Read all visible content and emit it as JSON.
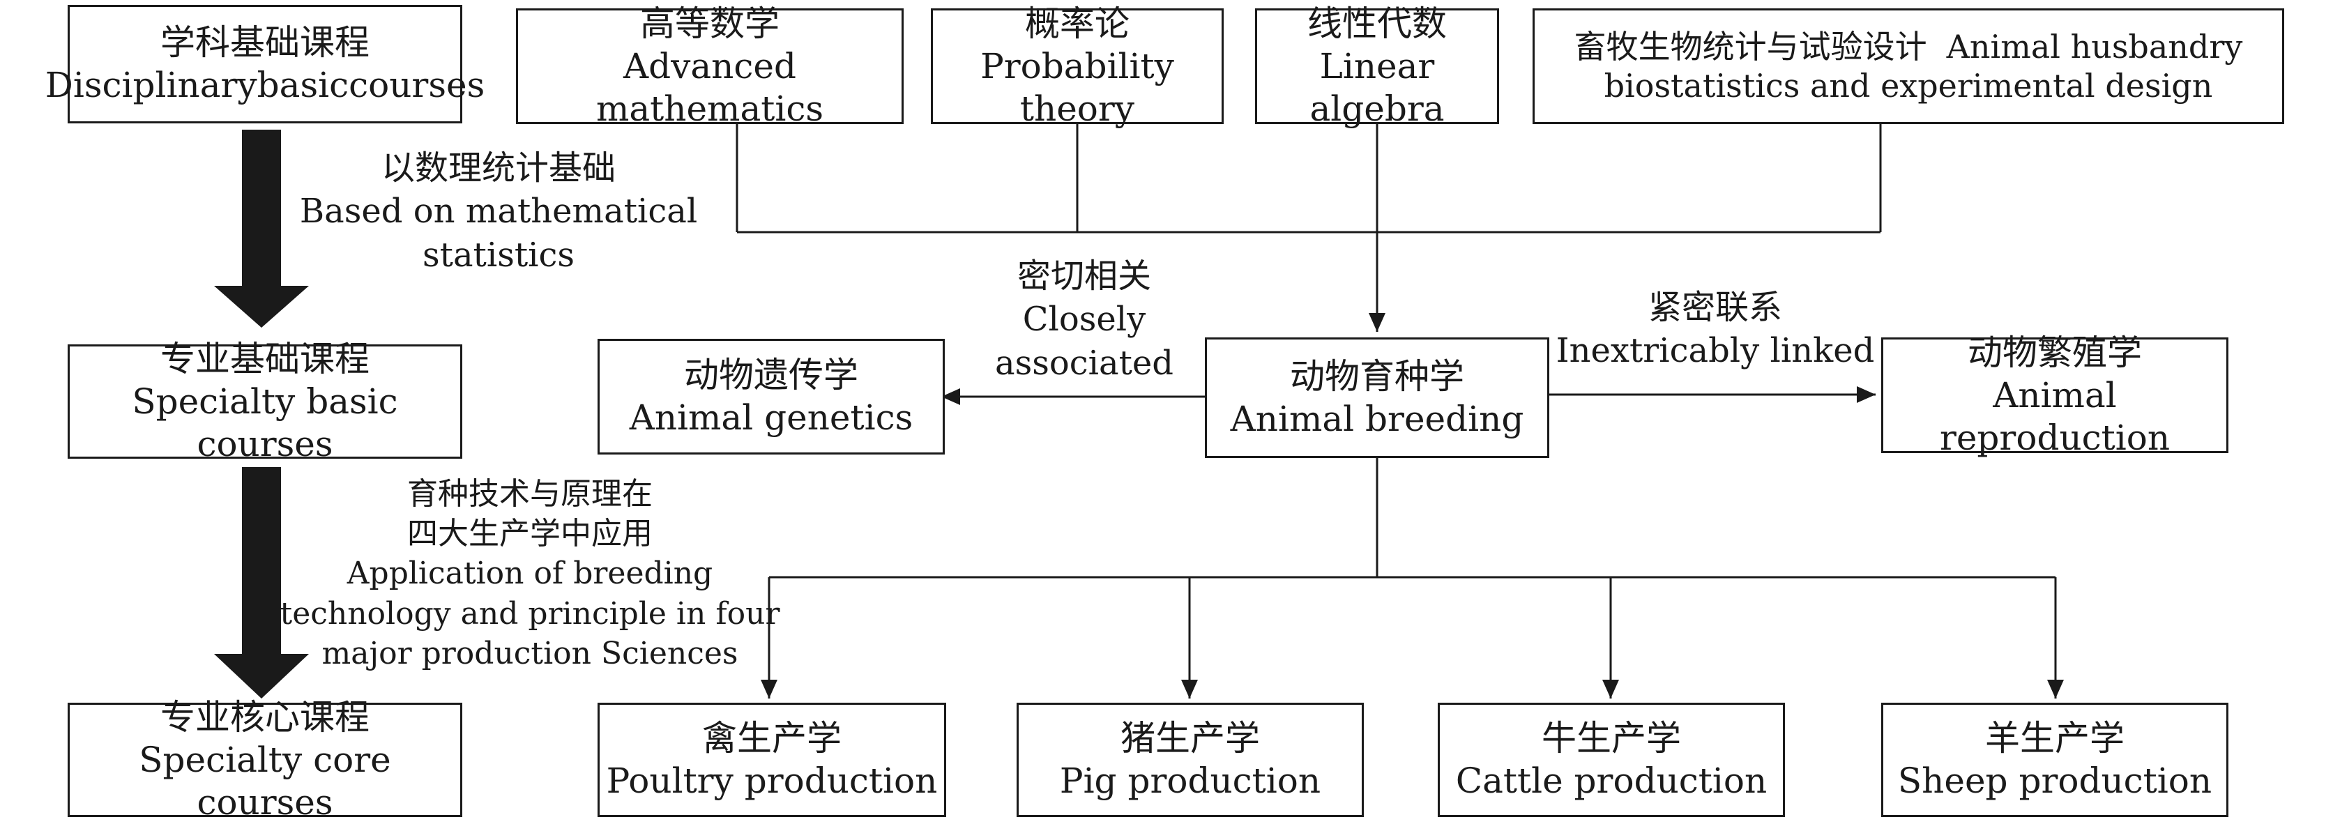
{
  "colors": {
    "line": "#1a1a1a",
    "background": "#ffffff"
  },
  "levels": {
    "disciplinary": {
      "zh": "学科基础课程",
      "en": "Disciplinarybasiccourses"
    },
    "specialty_basic": {
      "zh": "专业基础课程",
      "en": "Specialty basic courses"
    },
    "specialty_core": {
      "zh": "专业核心课程",
      "en": "Specialty core courses"
    }
  },
  "level_arrows": {
    "first": {
      "zh": "以数理统计基础",
      "en_line1": "Based on mathematical",
      "en_line2": "statistics"
    },
    "second": {
      "zh_line1": "育种技术与原理在",
      "zh_line2": "四大生产学中应用",
      "en_line1": "Application of breeding",
      "en_line2": "technology and principle in four",
      "en_line3": "major production Sciences"
    }
  },
  "foundation_courses": {
    "math": {
      "zh": "高等数学",
      "en": "Advanced mathematics"
    },
    "probability": {
      "zh": "概率论",
      "en": "Probability theory"
    },
    "linear": {
      "zh": "线性代数",
      "en": "Linear algebra"
    },
    "biostat": {
      "zh": "畜牧生物统计与试验设计",
      "en": "Animal husbandry",
      "en2": "biostatistics and experimental design"
    }
  },
  "core": {
    "zh": "动物育种学",
    "en": "Animal breeding"
  },
  "related": {
    "genetics": {
      "zh": "动物遗传学",
      "en": "Animal genetics"
    },
    "reproduction": {
      "zh": "动物繁殖学",
      "en": "Animal reproduction"
    }
  },
  "relations": {
    "closely": {
      "zh": "密切相关",
      "en_line1": "Closely",
      "en_line2": "associated"
    },
    "linked": {
      "zh": "紧密联系",
      "en": "Inextricably linked"
    }
  },
  "productions": {
    "poultry": {
      "zh": "禽生产学",
      "en": "Poultry production"
    },
    "pig": {
      "zh": "猪生产学",
      "en": "Pig production"
    },
    "cattle": {
      "zh": "牛生产学",
      "en": "Cattle production"
    },
    "sheep": {
      "zh": "羊生产学",
      "en": "Sheep production"
    }
  }
}
